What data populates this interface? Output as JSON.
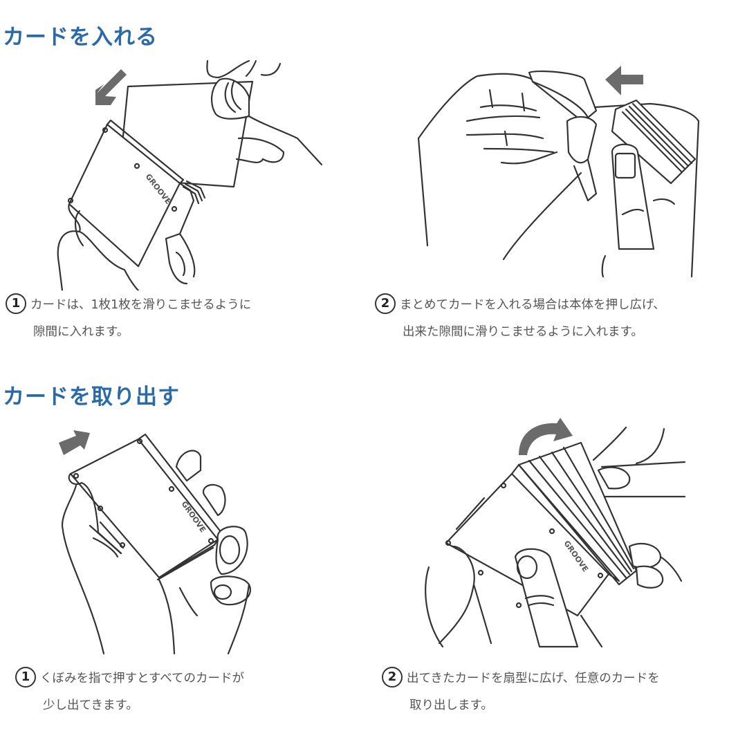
{
  "sections": [
    {
      "title": "カードを入れる",
      "steps": [
        {
          "number": "1",
          "line1": "カードは、1枚1枚を滑りこませるように",
          "line2": "隙間に入れます。",
          "illustration": "hand inserting a single card into card-holder wallet",
          "arrow": "arrow-down-left-icon"
        },
        {
          "number": "2",
          "line1": "まとめてカードを入れる場合は本体を押し広げ、",
          "line2": "出来た隙間に滑りこませるように入れます。",
          "illustration": "hands spreading wallet open and inserting a stack of cards",
          "arrow": "arrow-left-icon"
        }
      ]
    },
    {
      "title": "カードを取り出す",
      "steps": [
        {
          "number": "1",
          "line1": "くぼみを指で押すとすべてのカードが",
          "line2": "少し出てきます。",
          "illustration": "thumb pushing wallet notch to slide cards out",
          "arrow": "arrow-up-right-icon"
        },
        {
          "number": "2",
          "line1": "出てきたカードを扇型に広げ、任意のカードを",
          "line2": "取り出します。",
          "illustration": "cards fanned out from wallet for selection",
          "arrow": "curved-arrow-right-icon"
        }
      ]
    }
  ],
  "wallet_logo": "GROOVE",
  "colors": {
    "title": "#2a6aa8",
    "text": "#555555",
    "line": "#333333",
    "arrow": "#6b6b6b"
  }
}
